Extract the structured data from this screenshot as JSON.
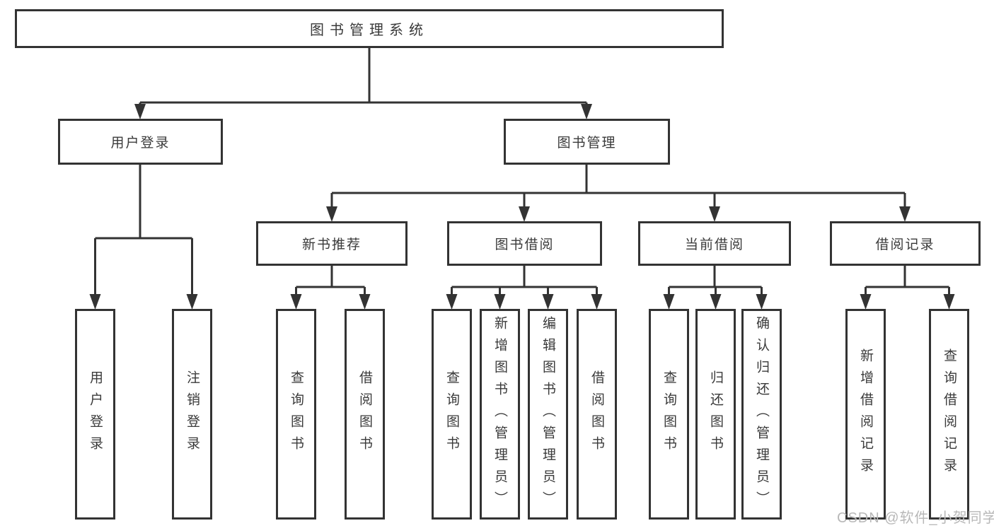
{
  "root": "图书管理系统",
  "level2": {
    "userLogin": "用户登录",
    "bookMgmt": "图书管理"
  },
  "level3": {
    "newBookRec": "新书推荐",
    "bookBorrow": "图书借阅",
    "currentBorrow": "当前借阅",
    "borrowRecords": "借阅记录"
  },
  "leaves": {
    "userLogin": [
      "用户登录",
      "注销登录"
    ],
    "newBookRec": [
      "查询图书",
      "借阅图书"
    ],
    "bookBorrow": [
      "查询图书",
      "新增图书（管理员）",
      "编辑图书（管理员）",
      "借阅图书"
    ],
    "currentBorrow": [
      "查询图书",
      "归还图书",
      "确认归还（管理员）"
    ],
    "borrowRecords": [
      "新增借阅记录",
      "查询借阅记录"
    ]
  },
  "watermark": "CSDN @软件_小贺同学",
  "colors": {
    "line": "#333333",
    "text": "#3a3a3a",
    "watermark": "#b8b8b8",
    "background": "#ffffff"
  }
}
